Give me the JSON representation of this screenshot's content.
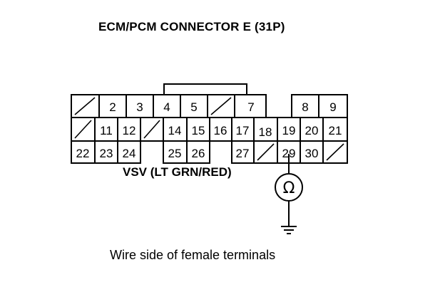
{
  "title": "ECM/PCM CONNECTOR E (31P)",
  "wire_label": "VSV (LT GRN/RED)",
  "caption": "Wire side of female terminals",
  "meter_symbol": "Ω",
  "pins": {
    "p2": "2",
    "p3": "3",
    "p4": "4",
    "p5": "5",
    "p7": "7",
    "p8": "8",
    "p9": "9",
    "p11": "11",
    "p12": "12",
    "p14": "14",
    "p15": "15",
    "p16": "16",
    "p17": "17",
    "p18": "18",
    "p19": "19",
    "p20": "20",
    "p21": "21",
    "p22": "22",
    "p23": "23",
    "p24": "24",
    "p25": "25",
    "p26": "26",
    "p27": "27",
    "p29": "29",
    "p30": "30"
  }
}
